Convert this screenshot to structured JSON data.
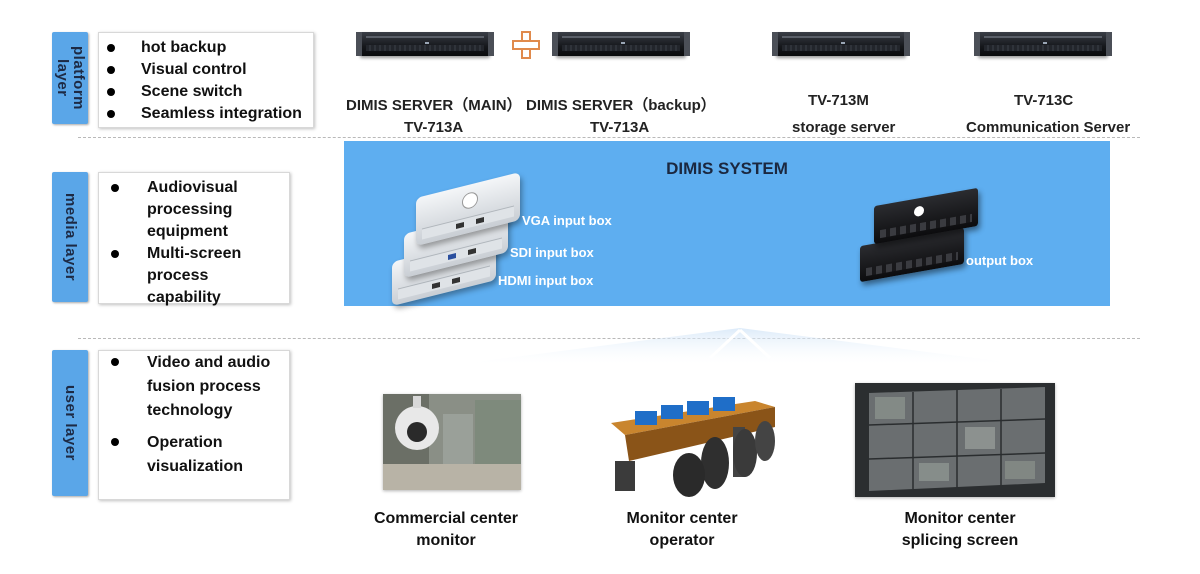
{
  "layers": {
    "platform": {
      "tag": "platform layer",
      "bullets": [
        "hot backup",
        "Visual control",
        "Scene switch",
        "Seamless integration"
      ]
    },
    "media": {
      "tag": "media layer",
      "bullets": [
        "Audiovisual processing equipment",
        "Multi-screen process capability"
      ]
    },
    "user": {
      "tag": "user layer",
      "bullets": [
        "Video and audio fusion process technology",
        "Operation visualization"
      ]
    }
  },
  "servers": [
    {
      "line1": "DIMIS SERVER（MAIN）",
      "line2": "TV-713A"
    },
    {
      "line1": "DIMIS SERVER（backup）",
      "line2": "TV-713A"
    },
    {
      "line1": "TV-713M",
      "line2": "storage server"
    },
    {
      "line1": "TV-713C",
      "line2": "Communication Server"
    }
  ],
  "media_system": {
    "title": "DIMIS SYSTEM",
    "input_boxes": [
      "VGA input box",
      "SDI input box",
      "HDMI input box"
    ],
    "output_box": "output box"
  },
  "user_photos": [
    {
      "line1": "Commercial center",
      "line2": "monitor"
    },
    {
      "line1": "Monitor center",
      "line2": "operator"
    },
    {
      "line1": "Monitor center",
      "line2": "splicing screen"
    }
  ],
  "colors": {
    "layer_tag": "#5aa6e8",
    "system_panel": "#5eaef0",
    "plus_accent": "#e08a4c"
  }
}
